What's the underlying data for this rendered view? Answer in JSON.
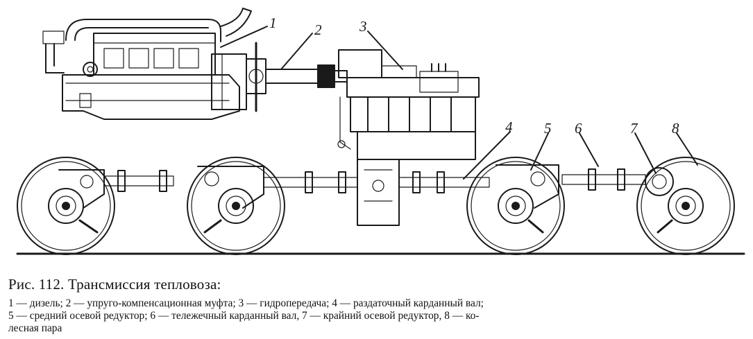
{
  "figure": {
    "title": "Рис. 112. Трансмиссия тепловоза:",
    "legend_line1": "1 — дизель; 2 — упруго-компенсационная  муфта; 3 — гидропередача;  4 — раздаточный карданный вал;",
    "legend_line2": "5 — средний осевой редуктор;  6 — тележечный  карданный вал, 7 — крайний осевой редуктор, 8 — ко-",
    "legend_line3": "лесная пара"
  },
  "callouts": [
    "1",
    "2",
    "3",
    "4",
    "5",
    "6",
    "7",
    "8"
  ]
}
